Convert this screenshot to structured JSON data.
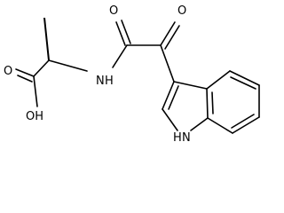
{
  "molecule": {
    "atom_labels": {
      "carbonyl_oxygen_left": "O",
      "carbonyl_oxygen_right": "O",
      "acid_oxygen_double": "O",
      "hydroxyl": "OH",
      "amide_nitrogen": "N",
      "amide_hydrogen": "H",
      "indole_nitrogen": "N",
      "indole_hydrogen": "H"
    }
  }
}
